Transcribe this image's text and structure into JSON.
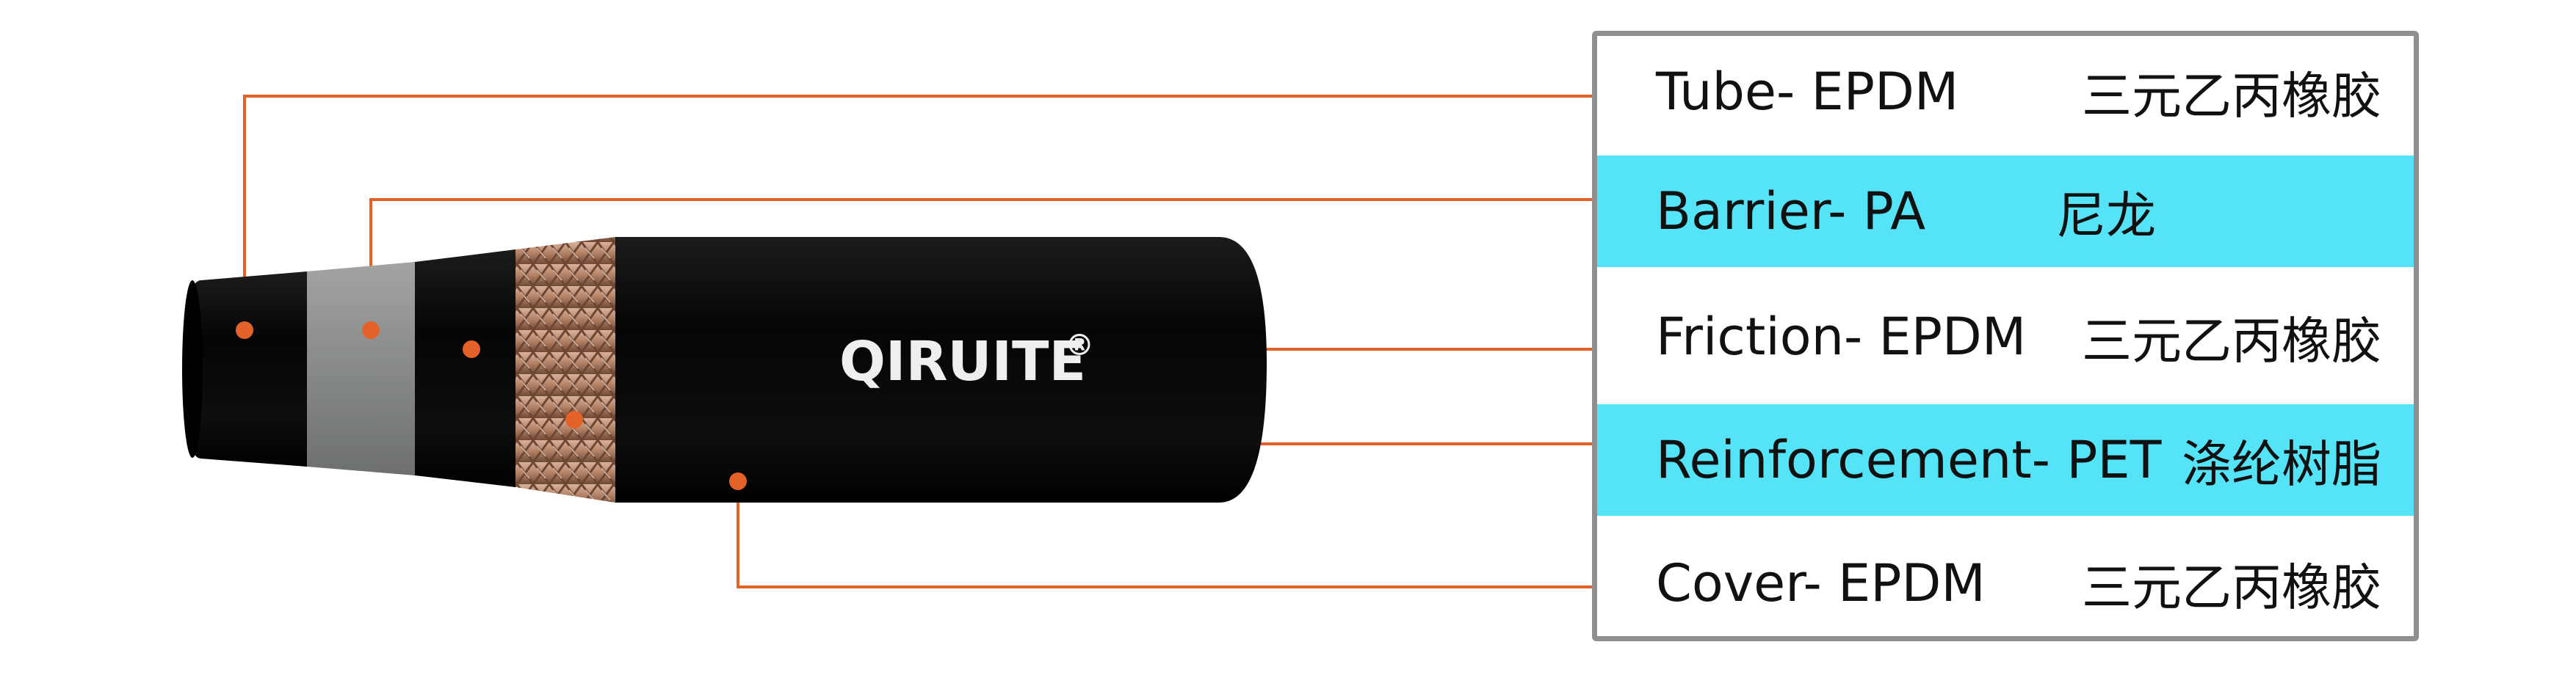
{
  "brand": {
    "logo_text": "QIRUITE",
    "registered_mark": "®"
  },
  "colors": {
    "leader_line": "#e2622a",
    "marker_dot": "#e2622a",
    "highlight_row": "#55e3f8",
    "panel_border": "#8f8f8f",
    "hose_black": "#0c0c0c",
    "barrier_gray": "#8c8f8d",
    "braid_copper": "#b98b6e"
  },
  "layers": [
    {
      "id": "tube",
      "label_en": "Tube- EPDM",
      "label_cn": "三元乙丙橡胶",
      "highlighted": false
    },
    {
      "id": "barrier",
      "label_en": "Barrier- PA",
      "label_cn": "尼龙",
      "highlighted": true
    },
    {
      "id": "friction",
      "label_en": "Friction- EPDM",
      "label_cn": "三元乙丙橡胶",
      "highlighted": false
    },
    {
      "id": "reinforcement",
      "label_en": "Reinforcement- PET",
      "label_cn": "涤纶树脂",
      "highlighted": true
    },
    {
      "id": "cover",
      "label_en": "Cover- EPDM",
      "label_cn": "三元乙丙橡胶",
      "highlighted": false
    }
  ]
}
